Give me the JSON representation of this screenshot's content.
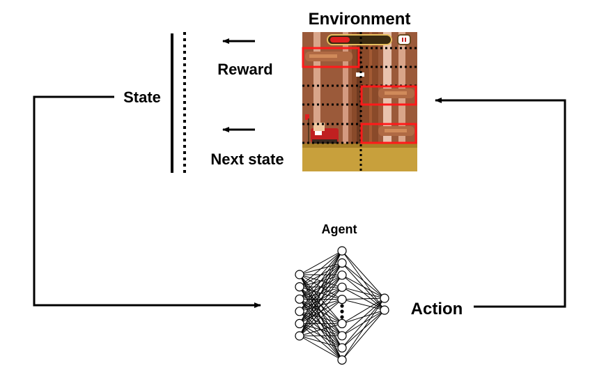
{
  "labels": {
    "environment": "Environment",
    "reward": "Reward",
    "next_state": "Next state",
    "state": "State",
    "agent": "Agent",
    "action": "Action"
  },
  "network": {
    "layers": [
      6,
      10,
      2
    ],
    "ellipsis_at_hidden_index": 5
  },
  "colors": {
    "line": "#000000",
    "highlight_box": "#ff1a1a",
    "ground": "#c8a03c",
    "trunk": "#8a4a2a",
    "health_bar": "#e02020"
  },
  "icons": [
    "pause-icon",
    "lumberjack-icon",
    "branch-icon"
  ]
}
